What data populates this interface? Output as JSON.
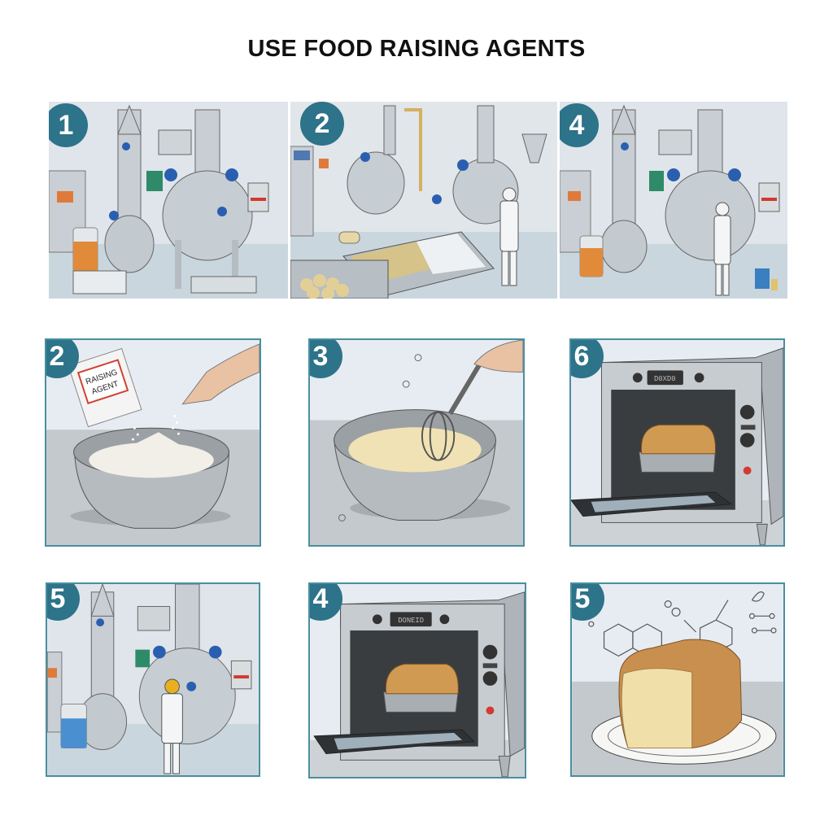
{
  "title": "USE FOOD RAISING AGENTS",
  "accent_color": "#2d7389",
  "frame_color": "#4a8ea0",
  "rows": [
    {
      "panels": [
        {
          "step": "1",
          "scene": "industrial-plant-reactors-with-orange-bottle-and-tray"
        },
        {
          "step": "2",
          "scene": "industrial-plant-worker-with-tray-of-granules"
        },
        {
          "step": "4",
          "scene": "industrial-plant-worker-at-reactor"
        }
      ]
    },
    {
      "panels": [
        {
          "step": "2",
          "scene": "adding-raising-agent-to-flour-bowl",
          "packet_label_line1": "RAISING",
          "packet_label_line2": "AGENT"
        },
        {
          "step": "3",
          "scene": "whisking-batter-in-bowl"
        },
        {
          "step": "6",
          "scene": "cake-in-open-oven",
          "oven_display": "D0XD0"
        }
      ]
    },
    {
      "panels": [
        {
          "step": "5",
          "scene": "industrial-plant-worker-hardhat-blue-bottle"
        },
        {
          "step": "4",
          "scene": "cake-in-open-oven",
          "oven_display": "DONEID"
        },
        {
          "step": "5",
          "scene": "baked-cake-on-plate-with-molecules"
        }
      ]
    }
  ]
}
